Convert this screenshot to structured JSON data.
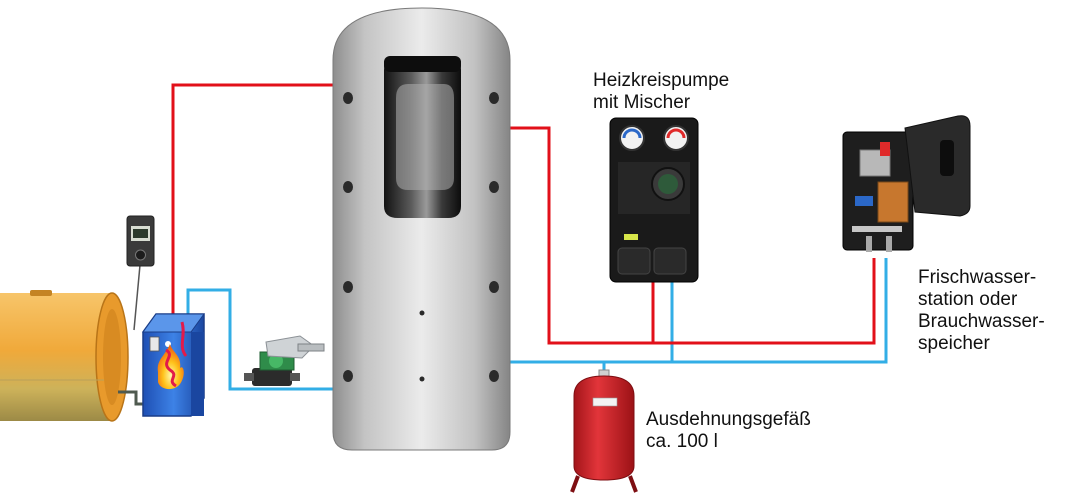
{
  "labels": {
    "heating_pump": "Heizkreispumpe\nmit Mischer",
    "fresh_water": "Frischwasser-\nstation oder\nBrauchwasser-\nspeicher",
    "expansion_vessel": "Ausdehnungsgefäß\nca. 100 l"
  },
  "colors": {
    "supply_pipe": "#e2101a",
    "return_pipe": "#32aee6",
    "tank": "#c9c9c9",
    "oil_tank": "#f0a93a",
    "boiler": "#2f6fd6",
    "expansion_vessel": "#d8262a",
    "controller": "#1c1c1c"
  },
  "icons": {
    "oil_tank": "oil-tank-icon",
    "boiler": "wood-boiler-icon",
    "controller": "thermostat-icon",
    "circulation_pump": "circulation-pump-icon",
    "buffer_tank": "buffer-tank-icon",
    "pump_group": "pump-group-icon",
    "fresh_water_station": "fresh-water-station-icon",
    "expansion_vessel": "expansion-vessel-icon"
  }
}
